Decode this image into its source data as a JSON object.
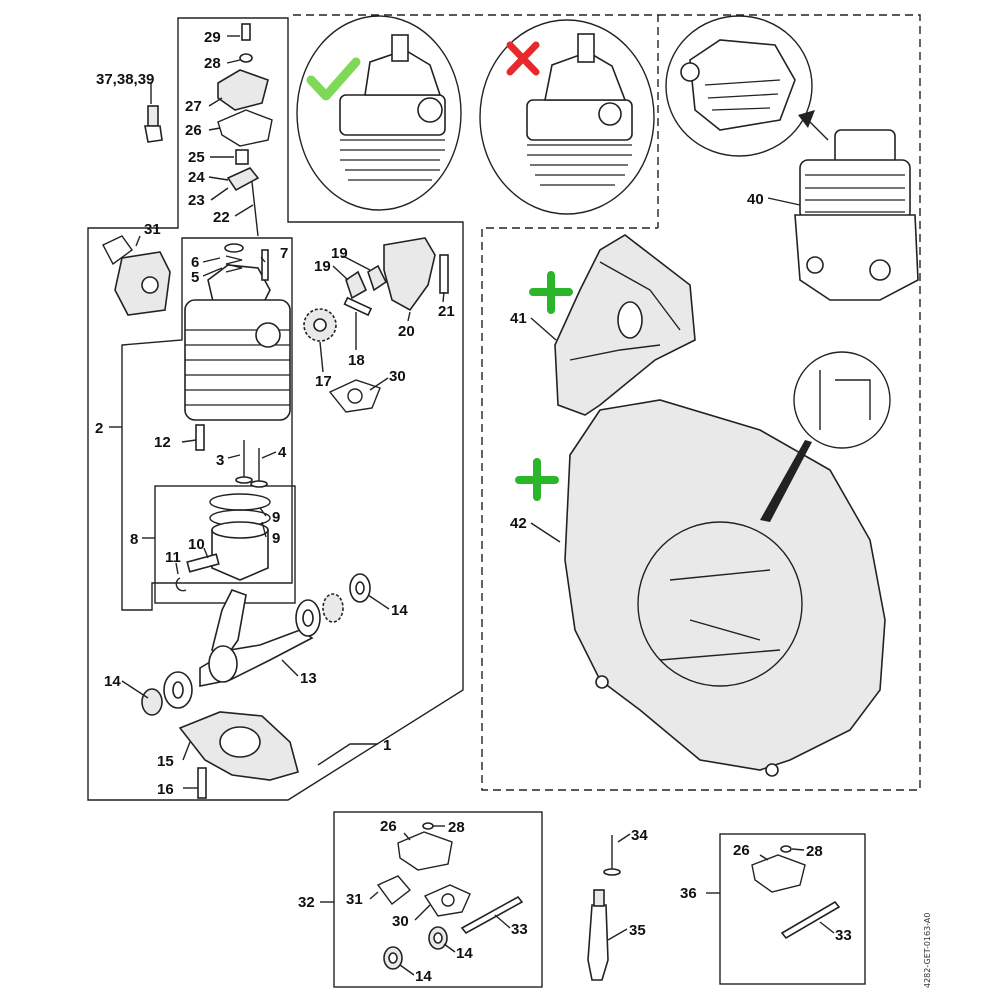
{
  "callouts": {
    "c29": "29",
    "c28": "28",
    "c373839": "37,38,39",
    "c27": "27",
    "c26": "26",
    "c25": "25",
    "c24": "24",
    "c23": "23",
    "c22": "22",
    "c31": "31",
    "c6": "6",
    "c5": "5",
    "c7": "7",
    "c19a": "19",
    "c19b": "19",
    "c21": "21",
    "c20": "20",
    "c18": "18",
    "c17": "17",
    "c30": "30",
    "c2": "2",
    "c12": "12",
    "c3": "3",
    "c4": "4",
    "c9a": "9",
    "c9b": "9",
    "c8": "8",
    "c11": "11",
    "c10": "10",
    "c14a": "14",
    "c13": "13",
    "c14b": "14",
    "c15": "15",
    "c16": "16",
    "c1": "1",
    "c40": "40",
    "c41": "41",
    "c42": "42"
  },
  "kits": {
    "k26a": "26",
    "k28a": "28",
    "k32": "32",
    "k31": "31",
    "k30": "30",
    "k33a": "33",
    "k14a": "14",
    "k14b": "14",
    "k34": "34",
    "k35": "35",
    "k36": "36",
    "k26b": "26",
    "k28b": "28",
    "k33b": "33"
  },
  "doc_code": "4282-GET-0163-A0",
  "marks": {
    "correct": "correct-check-icon",
    "wrong": "wrong-cross-icon",
    "added": "plus-icon"
  },
  "colors": {
    "check": "#7ed957",
    "cross": "#e8282a",
    "plus": "#2ab52a",
    "line": "#222222"
  }
}
